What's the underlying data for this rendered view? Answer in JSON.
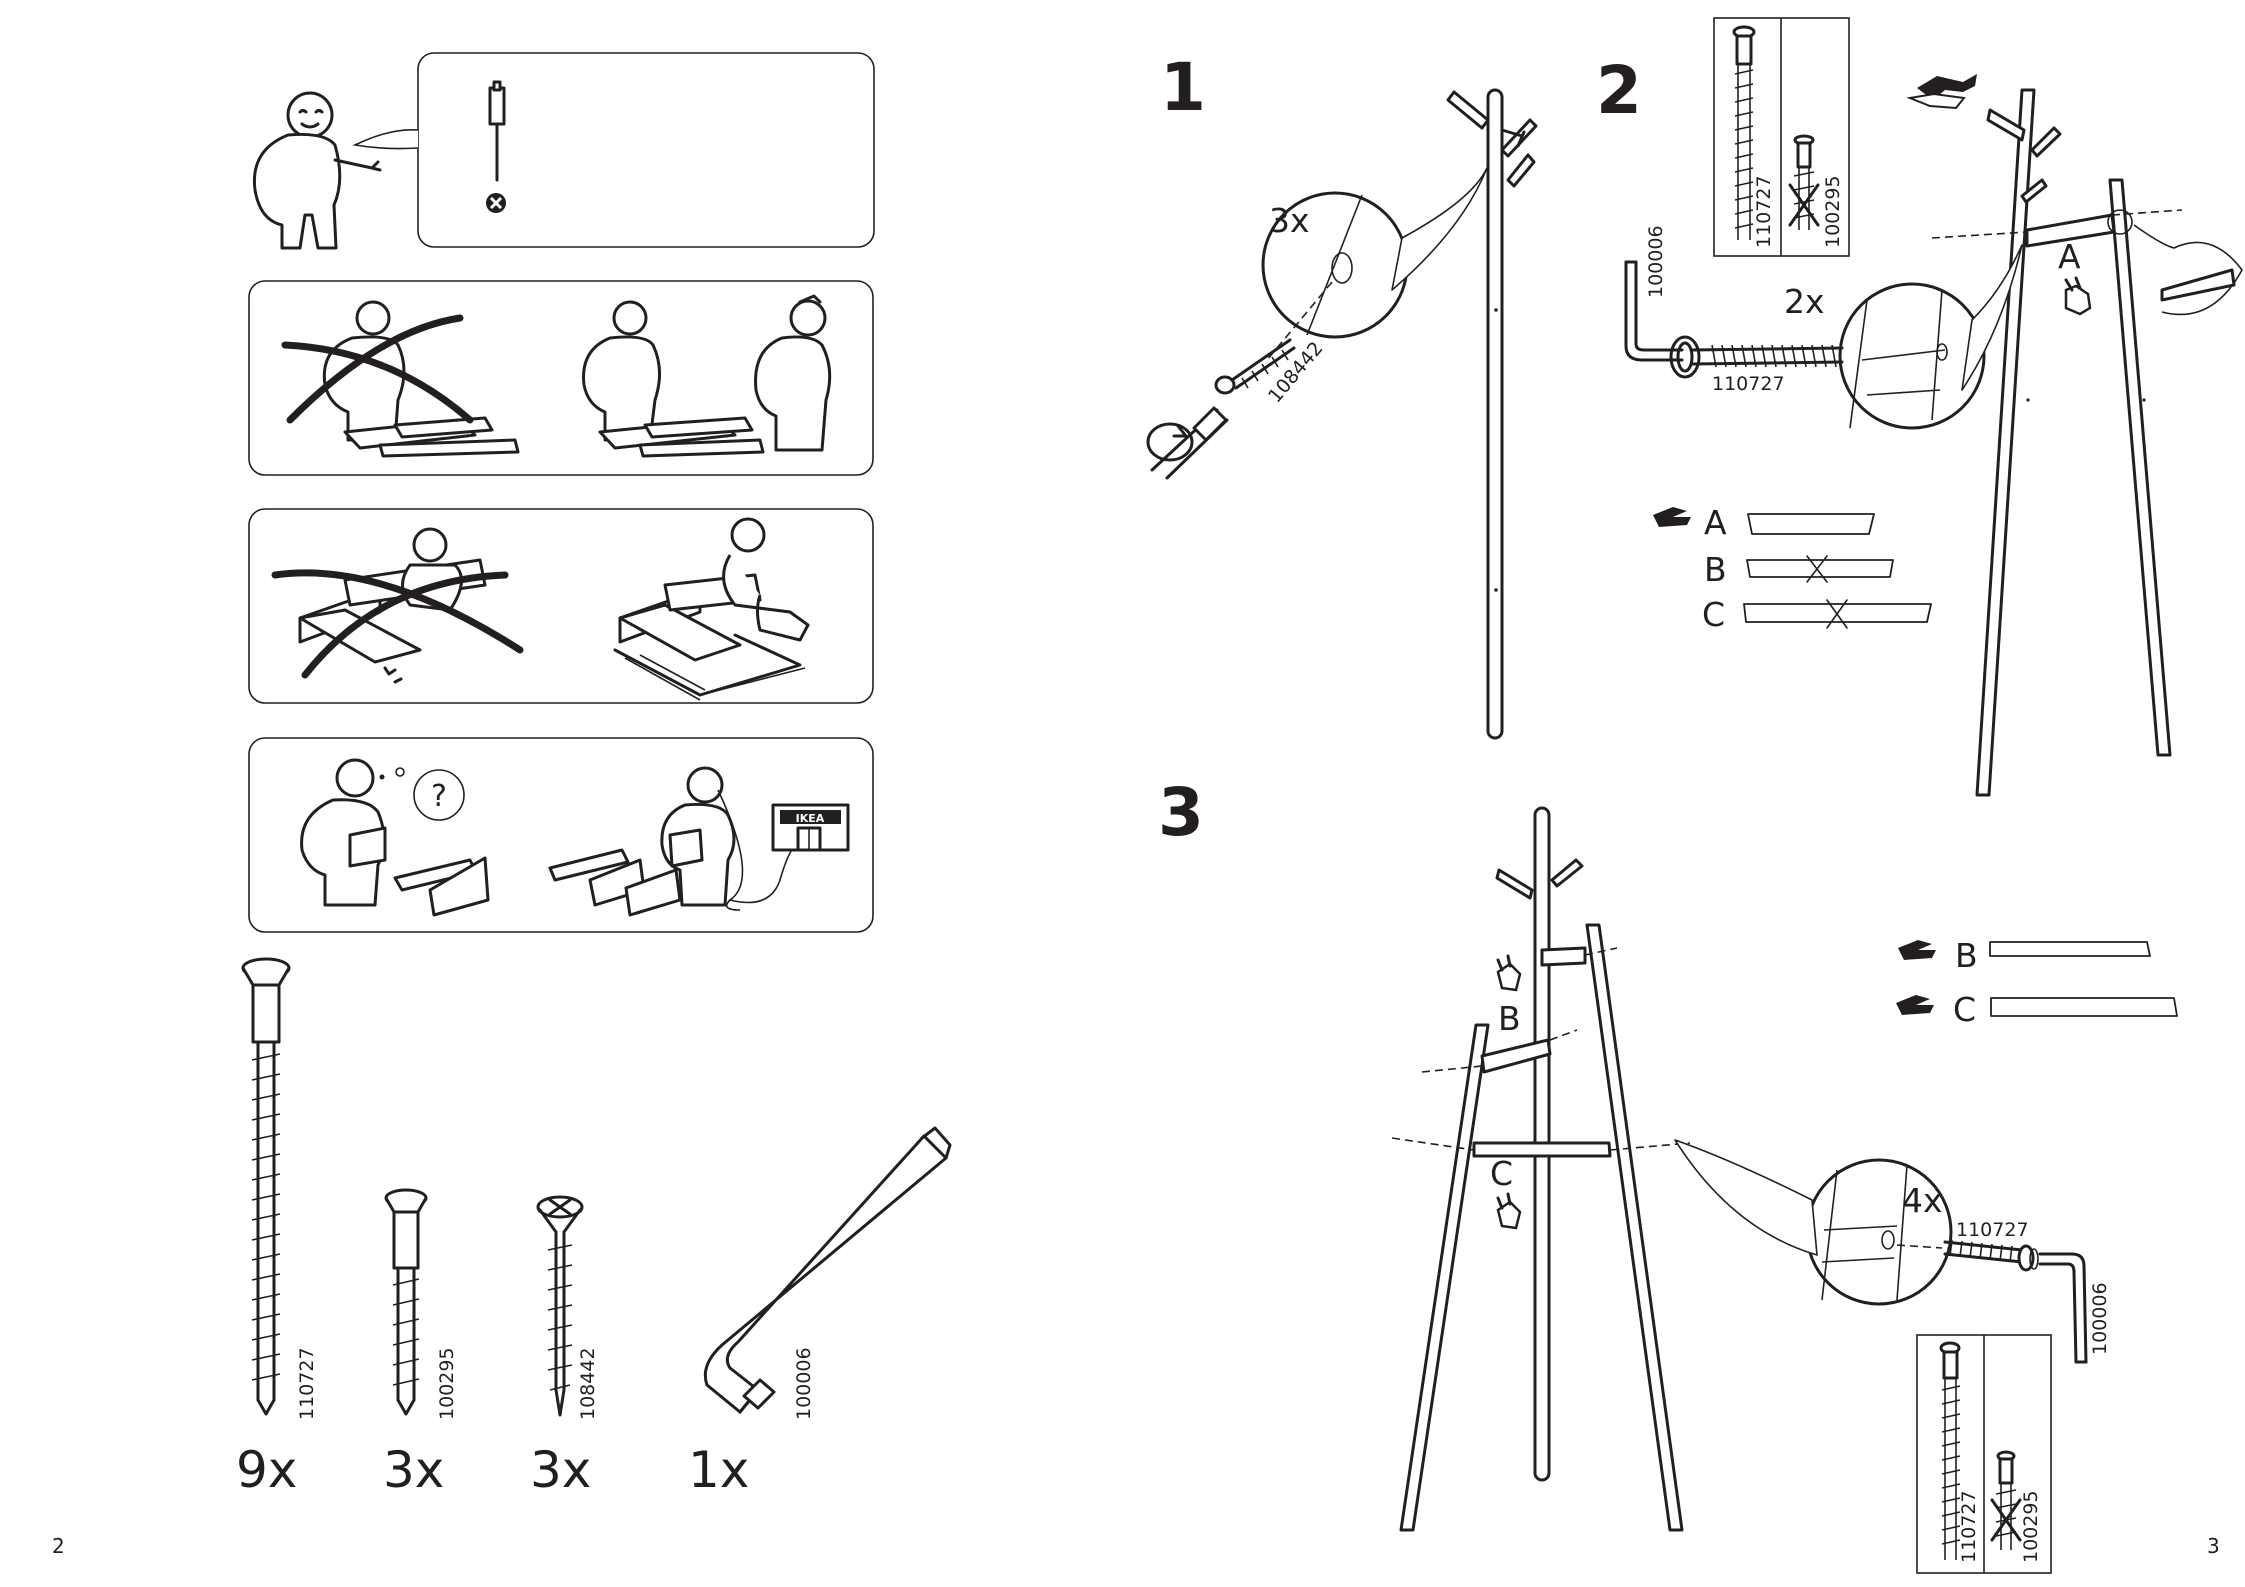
{
  "page_numbers": {
    "left": "2",
    "right": "3"
  },
  "parts": [
    {
      "id": "110727",
      "qty": "9x"
    },
    {
      "id": "100295",
      "qty": "3x"
    },
    {
      "id": "108442",
      "qty": "3x"
    },
    {
      "id": "100006",
      "qty": "1x"
    }
  ],
  "help_panel": {
    "question_mark": "?",
    "store_sign": "IKEA"
  },
  "steps": {
    "step1": {
      "number": "1",
      "count": "3x",
      "part": "108442"
    },
    "step2": {
      "number": "2",
      "count": "2x",
      "part": "110727",
      "tool": "100006",
      "label_a": "A",
      "legend": [
        "A",
        "B",
        "C"
      ],
      "ref_left": "110727",
      "ref_right": "100295"
    },
    "step3": {
      "number": "3",
      "count": "4x",
      "part": "110727",
      "tool": "100006",
      "label_b": "B",
      "label_c": "C",
      "legend": [
        "B",
        "C"
      ],
      "ref_left": "110727",
      "ref_right": "100295"
    }
  }
}
